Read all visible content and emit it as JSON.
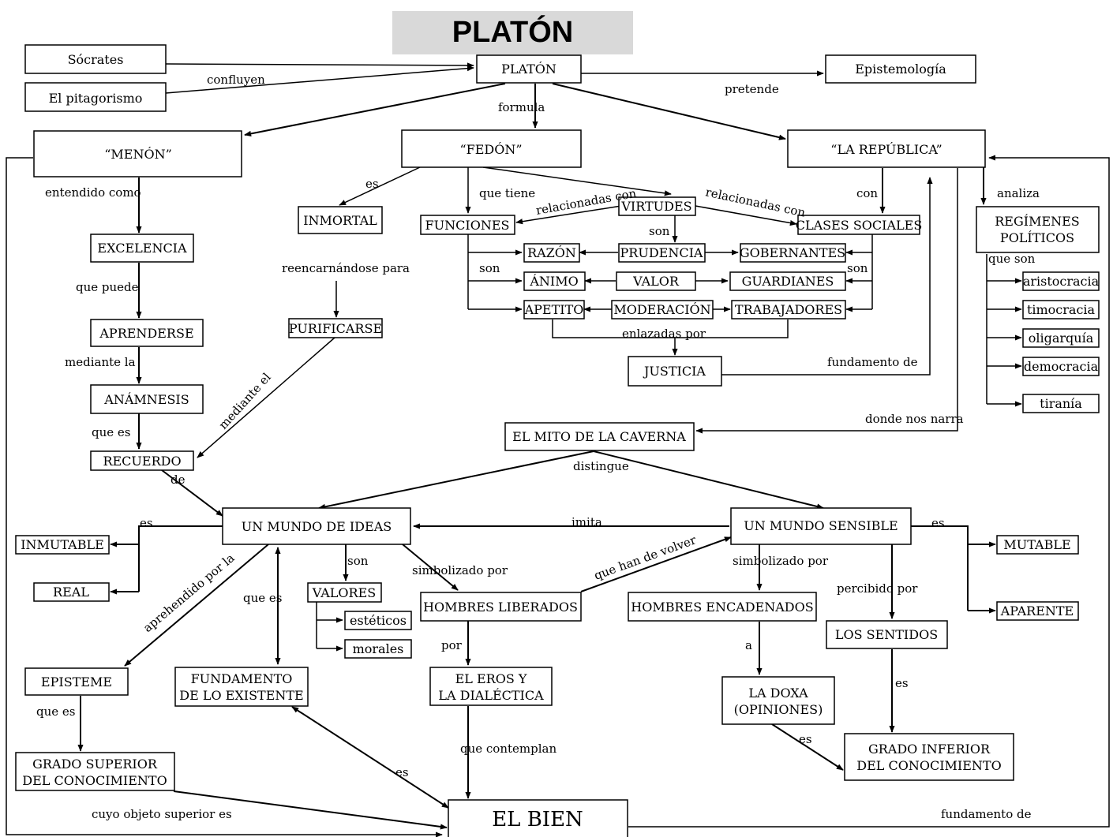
{
  "title": "PLATÓN",
  "nodes": {
    "socrates": "Sócrates",
    "pitagorismo": "El pitagorismo",
    "platon": "PLATÓN",
    "epistemologia": "Epistemología",
    "menon": "“MENÓN”",
    "fedon": "“FEDÓN”",
    "republica": "“LA REPÚBLICA”",
    "excelencia": "EXCELENCIA",
    "aprenderse": "APRENDERSE",
    "anamnesis": "ANÁMNESIS",
    "recuerdo": "RECUERDO",
    "inmortal": "INMORTAL",
    "purificarse": "PURIFICARSE",
    "funciones": "FUNCIONES",
    "virtudes": "VIRTUDES",
    "clases_sociales": "CLASES SOCIALES",
    "razon": "RAZÓN",
    "prudencia": "PRUDENCIA",
    "gobernantes": "GOBERNANTES",
    "animo": "ÁNIMO",
    "valor": "VALOR",
    "guardianes": "GUARDIANES",
    "apetito": "APETITO",
    "moderacion": "MODERACIÓN",
    "trabajadores": "TRABAJADORES",
    "justicia": "JUSTICIA",
    "regimenes": [
      "REGÍMENES",
      "POLÍTICOS"
    ],
    "aristocracia": "aristocracia",
    "timocracia": "timocracia",
    "oligarquia": "oligarquía",
    "democracia": "democracia",
    "tirania": "tiranía",
    "mito": "EL MITO DE LA CAVERNA",
    "mundo_ideas": "UN MUNDO DE IDEAS",
    "mundo_sensible": "UN MUNDO SENSIBLE",
    "inmutable": "INMUTABLE",
    "real": "REAL",
    "mutable": "MUTABLE",
    "aparente": "APARENTE",
    "valores": "VALORES",
    "esteticos": "estéticos",
    "morales": "morales",
    "hombres_liberados": "HOMBRES LIBERADOS",
    "hombres_encadenados": "HOMBRES ENCADENADOS",
    "los_sentidos": "LOS SENTIDOS",
    "episteme": "EPISTEME",
    "fundamento_existente": [
      "FUNDAMENTO",
      "DE LO EXISTENTE"
    ],
    "eros": [
      "EL EROS Y",
      "LA DIALÉCTICA"
    ],
    "doxa": [
      "LA DOXA",
      "(OPINIONES)"
    ],
    "grado_superior": [
      "GRADO SUPERIOR",
      "DEL CONOCIMIENTO"
    ],
    "grado_inferior": [
      "GRADO INFERIOR",
      "DEL CONOCIMIENTO"
    ],
    "el_bien": "EL BIEN"
  },
  "labels": {
    "confluyen": "confluyen",
    "pretende": "pretende",
    "formula": "formula",
    "entendido_como": "entendido como",
    "que_puede": "que puede",
    "mediante_la": "mediante la",
    "que_es_1": "que es",
    "de": "de",
    "es_1": "es",
    "reencarnandose": "reencarnándose para",
    "mediante_el": "mediante el",
    "que_tiene": "que tiene",
    "relacionadas_con_1": "relacionadas con",
    "relacionadas_con_2": "relacionadas con",
    "con": "con",
    "analiza": "analiza",
    "son_1": "son",
    "son_2": "son",
    "son_3": "son",
    "que_son": "que son",
    "enlazadas_por": "enlazadas por",
    "fundamento_de_1": "fundamento de",
    "donde_nos_narra": "donde nos narra",
    "distingue": "distingue",
    "es_2": "es",
    "imita": "imita",
    "es_3": "es",
    "son_4": "son",
    "simbolizado_por_1": "simbolizado por",
    "que_han_de_volver": "que han de volver",
    "simbolizado_por_2": "simbolizado por",
    "percibido_por": "percibido por",
    "aprehendido_por_la": "aprehendido  por la",
    "que_es_2": "que es",
    "por": "por",
    "a": "a",
    "es_4": "es",
    "que_es_3": "que  es",
    "que_contemplan": "que contemplan",
    "es_5": "es",
    "es_6": "es",
    "cuyo_objeto": "cuyo objeto superior es",
    "fundamento_de_2": "fundamento de"
  }
}
